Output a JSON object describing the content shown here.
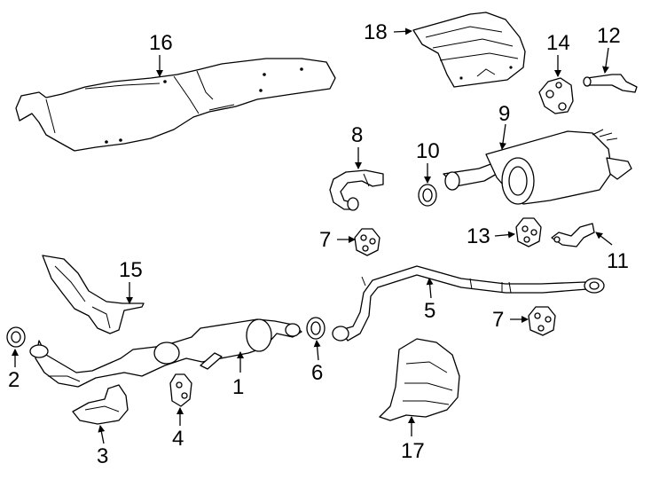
{
  "callouts": [
    {
      "id": "c1",
      "label": "1"
    },
    {
      "id": "c2",
      "label": "2"
    },
    {
      "id": "c3",
      "label": "3"
    },
    {
      "id": "c4",
      "label": "4"
    },
    {
      "id": "c5",
      "label": "5"
    },
    {
      "id": "c6",
      "label": "6"
    },
    {
      "id": "c7a",
      "label": "7"
    },
    {
      "id": "c7b",
      "label": "7"
    },
    {
      "id": "c8",
      "label": "8"
    },
    {
      "id": "c9",
      "label": "9"
    },
    {
      "id": "c10",
      "label": "10"
    },
    {
      "id": "c11",
      "label": "11"
    },
    {
      "id": "c12",
      "label": "12"
    },
    {
      "id": "c13",
      "label": "13"
    },
    {
      "id": "c14",
      "label": "14"
    },
    {
      "id": "c15",
      "label": "15"
    },
    {
      "id": "c16",
      "label": "16"
    },
    {
      "id": "c17",
      "label": "17"
    },
    {
      "id": "c18",
      "label": "18"
    }
  ]
}
